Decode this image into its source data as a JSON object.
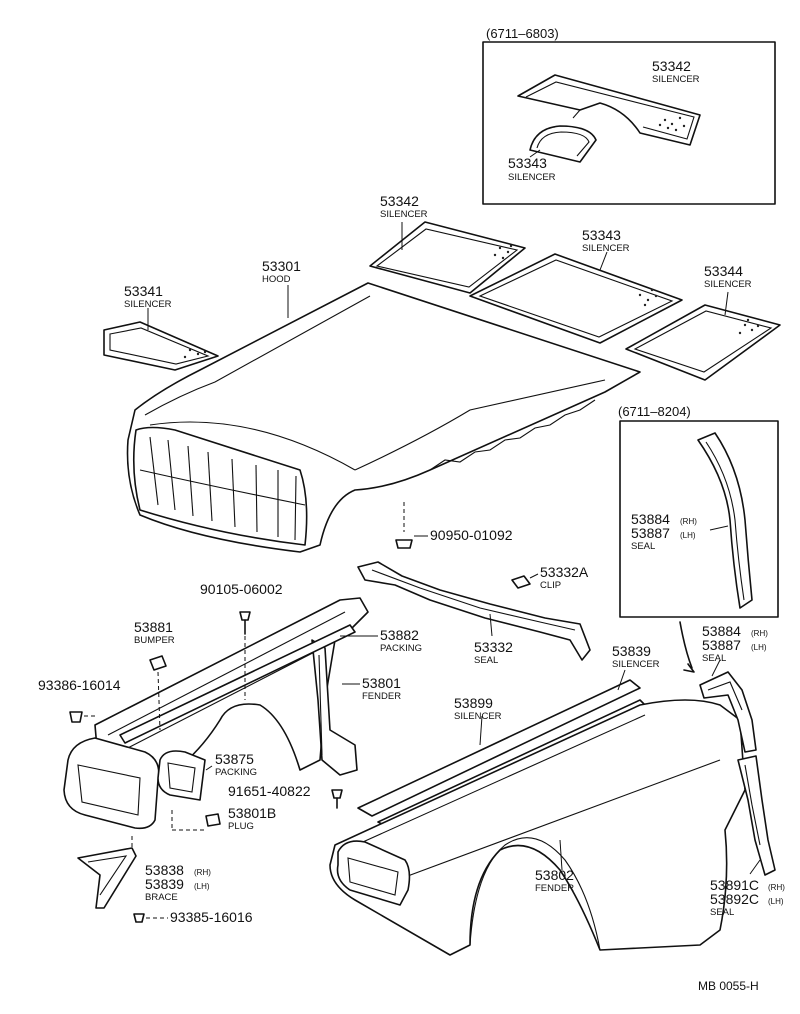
{
  "inset_top": {
    "header": "(6711–6803)"
  },
  "inset_right": {
    "header": "(6711–8204)"
  },
  "drawing_code": "MB 0055-H",
  "callouts": {
    "c53342_inset": {
      "num": "53342",
      "name": "SILENCER"
    },
    "c53343_inset": {
      "num": "53343",
      "name": "SILENCER"
    },
    "c53342": {
      "num": "53342",
      "name": "SILENCER"
    },
    "c53343": {
      "num": "53343",
      "name": "SILENCER"
    },
    "c53344": {
      "num": "53344",
      "name": "SILENCER"
    },
    "c53341": {
      "num": "53341",
      "name": "SILENCER"
    },
    "c53301": {
      "num": "53301",
      "name": "HOOD"
    },
    "c90950": {
      "num": "90950-01092"
    },
    "c53884_inset": {
      "num_rh": "53884",
      "rh": "(RH)",
      "num_lh": "53887",
      "lh": "(LH)",
      "name": "SEAL"
    },
    "c90105": {
      "num": "90105-06002"
    },
    "c53332A": {
      "num": "53332A",
      "name": "CLIP"
    },
    "c53332": {
      "num": "53332",
      "name": "SEAL"
    },
    "c53881": {
      "num": "53881",
      "name": "BUMPER"
    },
    "c53882": {
      "num": "53882",
      "name": "PACKING"
    },
    "c53801": {
      "num": "53801",
      "name": "FENDER"
    },
    "c93386": {
      "num": "93386-16014"
    },
    "c53839s": {
      "num": "53839",
      "name": "SILENCER"
    },
    "c53884": {
      "num_rh": "53884",
      "rh": "(RH)",
      "num_lh": "53887",
      "lh": "(LH)",
      "name": "SEAL"
    },
    "c53899": {
      "num": "53899",
      "name": "SILENCER"
    },
    "c53875": {
      "num": "53875",
      "name": "PACKING"
    },
    "c91651": {
      "num": "91651-40822"
    },
    "c53801B": {
      "num": "53801B",
      "name": "PLUG"
    },
    "c53838": {
      "num_rh": "53838",
      "rh": "(RH)",
      "num_lh": "53839",
      "lh": "(LH)",
      "name": "BRACE"
    },
    "c53802": {
      "num": "53802",
      "name": "FENDER"
    },
    "c53891": {
      "num_rh": "53891C",
      "rh": "(RH)",
      "num_lh": "53892C",
      "lh": "(LH)",
      "name": "SEAL"
    },
    "c93385": {
      "num": "93385-16016"
    }
  }
}
